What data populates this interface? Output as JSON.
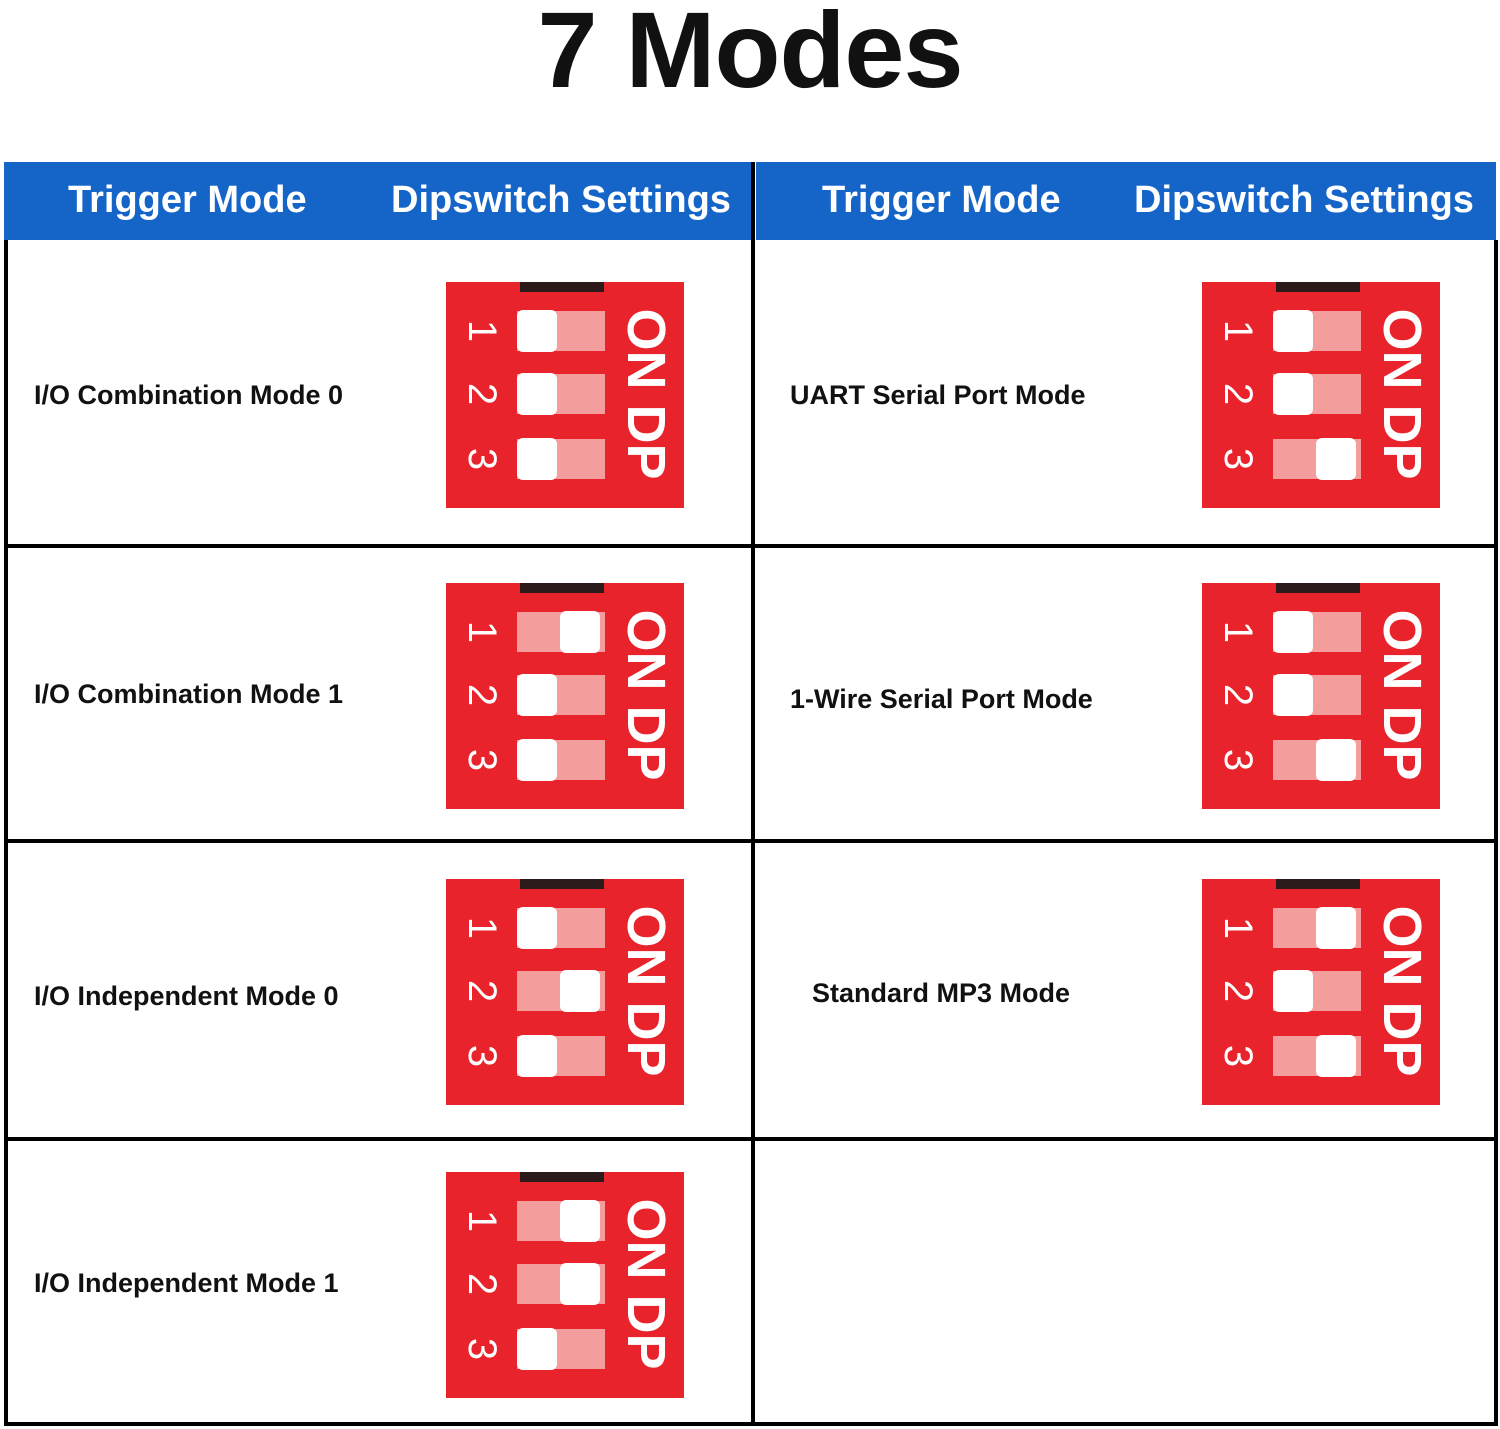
{
  "title": "7 Modes",
  "headers": {
    "left": {
      "trigger_mode": "Trigger Mode",
      "dipswitch_settings": "Dipswitch Settings"
    },
    "right": {
      "trigger_mode": "Trigger Mode",
      "dipswitch_settings": "Dipswitch Settings"
    }
  },
  "dip_label": {
    "on": "ON",
    "dp": "DP",
    "numbers": [
      "1",
      "2",
      "3"
    ]
  },
  "colors": {
    "header_blue": "#1565c8",
    "dip_red": "#e8232b"
  },
  "left_modes": [
    {
      "name": "I/O Combination Mode 0",
      "switches": [
        "on",
        "on",
        "on"
      ]
    },
    {
      "name": "I/O Combination Mode 1",
      "switches": [
        "off",
        "on",
        "on"
      ]
    },
    {
      "name": "I/O Independent Mode 0",
      "switches": [
        "on",
        "off",
        "on"
      ]
    },
    {
      "name": "I/O Independent Mode 1",
      "switches": [
        "off",
        "off",
        "on"
      ]
    }
  ],
  "right_modes": [
    {
      "name": "UART Serial Port Mode",
      "switches": [
        "on",
        "on",
        "off"
      ]
    },
    {
      "name": "1-Wire Serial Port Mode",
      "switches": [
        "on",
        "on",
        "off"
      ]
    },
    {
      "name": "Standard MP3 Mode",
      "switches": [
        "off",
        "on",
        "off"
      ]
    }
  ]
}
